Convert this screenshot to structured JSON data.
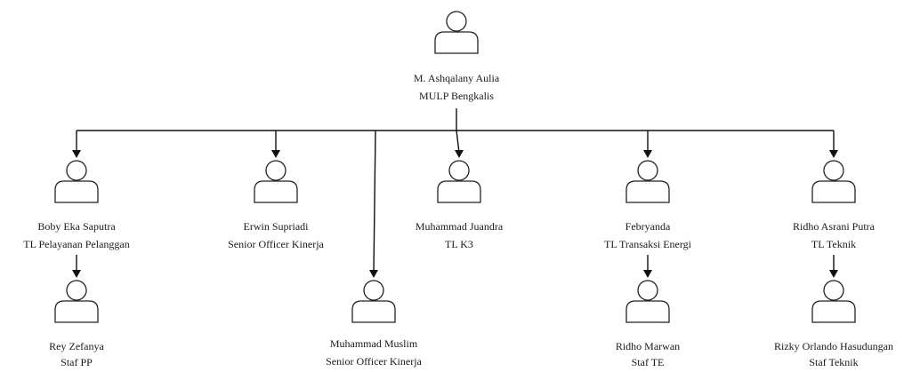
{
  "org_chart": {
    "nodes": [
      {
        "id": "ceo",
        "name": "M. Ashqalany Aulia",
        "title": "MULP Bengkalis",
        "parent": null
      },
      {
        "id": "boby",
        "name": "Boby Eka Saputra",
        "title": "TL Pelayanan Pelanggan",
        "parent": "ceo"
      },
      {
        "id": "erwin",
        "name": "Erwin Supriadi",
        "title": "Senior Officer Kinerja",
        "parent": "ceo"
      },
      {
        "id": "muslim",
        "name": "Muhammad Muslim",
        "title": "Senior Officer Kinerja",
        "parent": "ceo"
      },
      {
        "id": "juandra",
        "name": "Muhammad Juandra",
        "title": "TL K3",
        "parent": "ceo"
      },
      {
        "id": "febryanda",
        "name": "Febryanda",
        "title": "TL Transaksi Energi",
        "parent": "ceo"
      },
      {
        "id": "ridho-asrani",
        "name": "Ridho Asrani Putra",
        "title": "TL Teknik",
        "parent": "ceo"
      },
      {
        "id": "rey",
        "name": "Rey Zefanya",
        "title": "Staf PP",
        "parent": "boby"
      },
      {
        "id": "ridho-marwan",
        "name": "Ridho Marwan",
        "title": "Staf TE",
        "parent": "febryanda"
      },
      {
        "id": "rizky",
        "name": "Rizky Orlando Hasudungan",
        "title": "Staf Teknik",
        "parent": "ridho-asrani"
      }
    ]
  }
}
